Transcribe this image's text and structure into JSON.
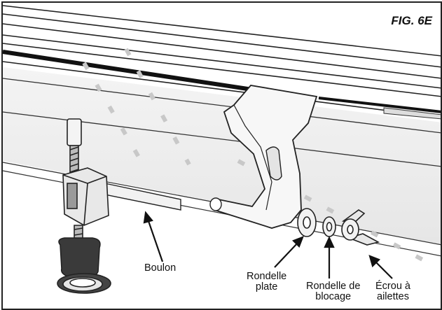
{
  "figure": {
    "label": "FIG. 6E",
    "callouts": {
      "bolt": "Boulon",
      "flat_washer_1": "Rondelle",
      "flat_washer_2": "plate",
      "lock_washer_1": "Rondelle de",
      "lock_washer_2": "blocage",
      "wing_nut_1": "Écrou à",
      "wing_nut_2": "ailettes"
    }
  }
}
